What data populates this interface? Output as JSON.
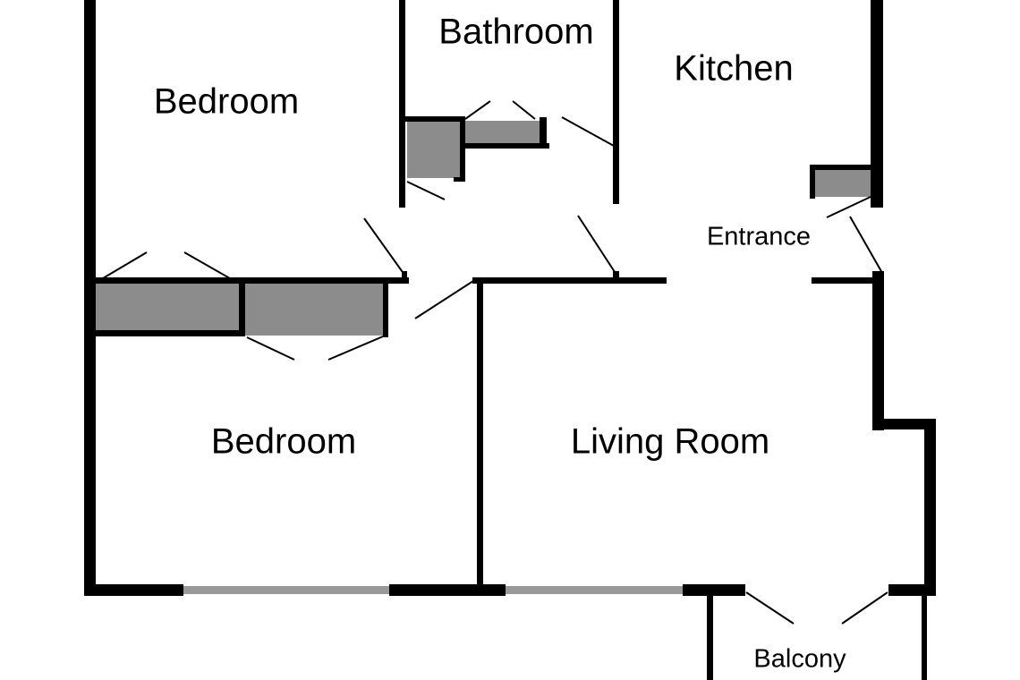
{
  "floor_plan": {
    "rooms": {
      "bedroom_top": "Bedroom",
      "bathroom": "Bathroom",
      "kitchen": "Kitchen",
      "entrance": "Entrance",
      "bedroom_bottom": "Bedroom",
      "living_room": "Living Room",
      "balcony": "Balcony"
    },
    "colors": {
      "wall": "#000000",
      "fixture": "#8c8c8c",
      "window": "#999999",
      "background": "#ffffff"
    }
  }
}
